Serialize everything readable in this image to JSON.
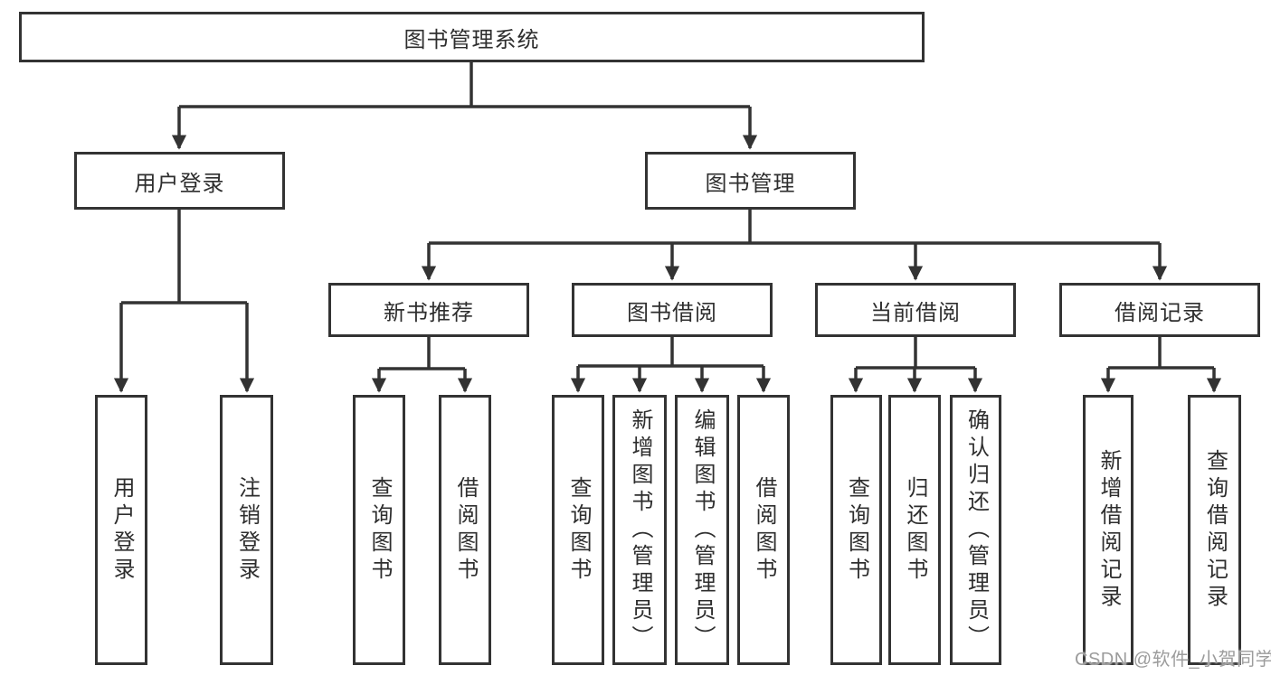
{
  "diagram": {
    "root": {
      "label": "图书管理系统"
    },
    "level1": [
      {
        "label": "用户登录"
      },
      {
        "label": "图书管理"
      }
    ],
    "level2": [
      {
        "label": "新书推荐",
        "parent": "图书管理"
      },
      {
        "label": "图书借阅",
        "parent": "图书管理"
      },
      {
        "label": "当前借阅",
        "parent": "图书管理"
      },
      {
        "label": "借阅记录",
        "parent": "图书管理"
      }
    ],
    "leaves": [
      {
        "label": "用户登录",
        "parent": "用户登录"
      },
      {
        "label": "注销登录",
        "parent": "用户登录"
      },
      {
        "label": "查询图书",
        "parent": "新书推荐"
      },
      {
        "label": "借阅图书",
        "parent": "新书推荐"
      },
      {
        "label": "查询图书",
        "parent": "图书借阅"
      },
      {
        "label": "新增图书（管理员）",
        "parent": "图书借阅"
      },
      {
        "label": "编辑图书（管理员）",
        "parent": "图书借阅"
      },
      {
        "label": "借阅图书",
        "parent": "图书借阅"
      },
      {
        "label": "查询图书",
        "parent": "当前借阅"
      },
      {
        "label": "归还图书",
        "parent": "当前借阅"
      },
      {
        "label": "确认归还（管理员）",
        "parent": "当前借阅"
      },
      {
        "label": "新增借阅记录",
        "parent": "借阅记录"
      },
      {
        "label": "查询借阅记录",
        "parent": "借阅记录"
      }
    ]
  },
  "watermark": {
    "text": "CSDN @软件_小贺同学"
  },
  "colors": {
    "line": "#333333",
    "box_border": "#333333",
    "text": "#2e2e2e",
    "box_background": "#ffffff",
    "page_background": "#ffffff",
    "watermark": "#9c9c9c"
  }
}
